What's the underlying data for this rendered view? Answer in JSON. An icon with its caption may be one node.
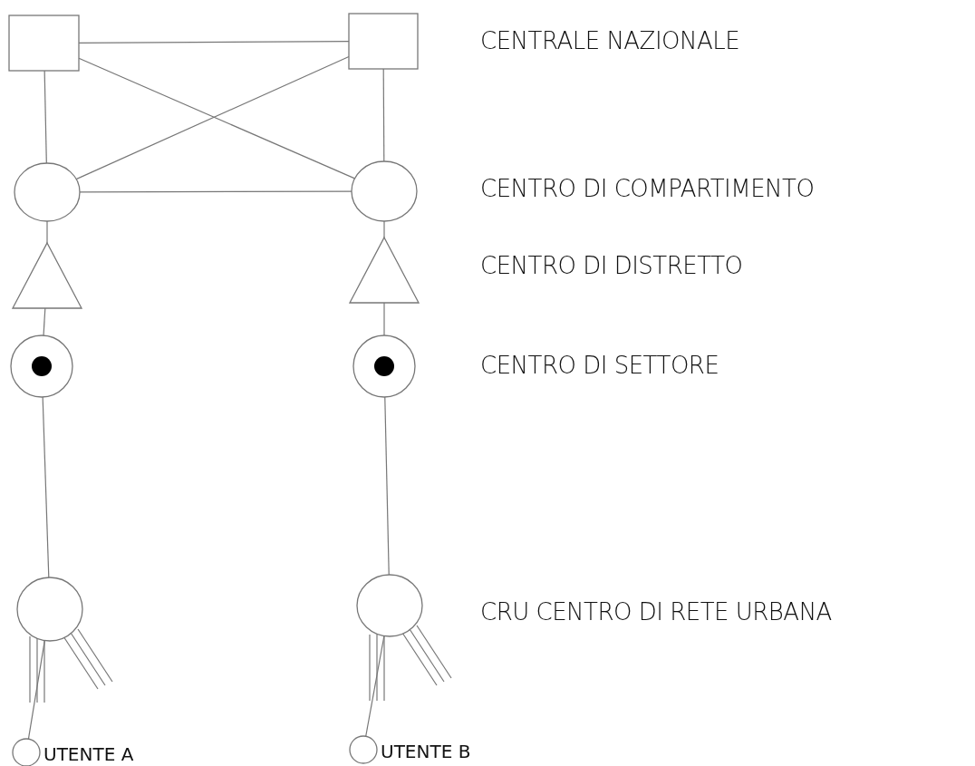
{
  "diagram": {
    "nodes": [
      {
        "text": [],
        "shape": "box"
      },
      {
        "text": [],
        "shape": "box"
      },
      {
        "text": [],
        "shape": "circle"
      },
      {
        "text": [],
        "shape": "circle"
      },
      {
        "text": [],
        "shape": "triangle"
      },
      {
        "text": [],
        "shape": "triangle"
      },
      {
        "text": [],
        "shape": "target"
      },
      {
        "text": [],
        "shape": "target"
      },
      {
        "text": [],
        "shape": "circle"
      },
      {
        "text": [],
        "shape": "circle"
      },
      {
        "text": [],
        "shape": "circle",
        "beside": [
          "UTENTE A"
        ]
      },
      {
        "text": [],
        "shape": "circle",
        "beside": [
          "UTENTE B"
        ]
      }
    ],
    "edges": [
      {
        "from": 0,
        "to": 1,
        "arrow": "none"
      },
      {
        "from": 0,
        "to": 3,
        "arrow": "none"
      },
      {
        "from": 1,
        "to": 2,
        "arrow": "none"
      },
      {
        "from": 0,
        "to": 2,
        "arrow": "none"
      },
      {
        "from": 1,
        "to": 3,
        "arrow": "none"
      },
      {
        "from": 2,
        "to": 3,
        "arrow": "none"
      },
      {
        "from": 2,
        "to": 4,
        "arrow": "none"
      },
      {
        "from": 3,
        "to": 5,
        "arrow": "none"
      },
      {
        "from": 4,
        "to": 6,
        "arrow": "none"
      },
      {
        "from": 5,
        "to": 7,
        "arrow": "none"
      },
      {
        "from": 6,
        "to": 8,
        "arrow": "none"
      },
      {
        "from": 7,
        "to": 9,
        "arrow": "none"
      },
      {
        "from": 8,
        "to": 10,
        "arrow": "none"
      },
      {
        "from": 9,
        "to": 11,
        "arrow": "none"
      }
    ],
    "labels": [
      "CENTRALE NAZIONALE",
      "CENTRO DI COMPARTIMENTO",
      "CENTRO DI DISTRETTO",
      "CENTRO DI SETTORE",
      "CRU CENTRO DI RETE URBANA"
    ]
  }
}
